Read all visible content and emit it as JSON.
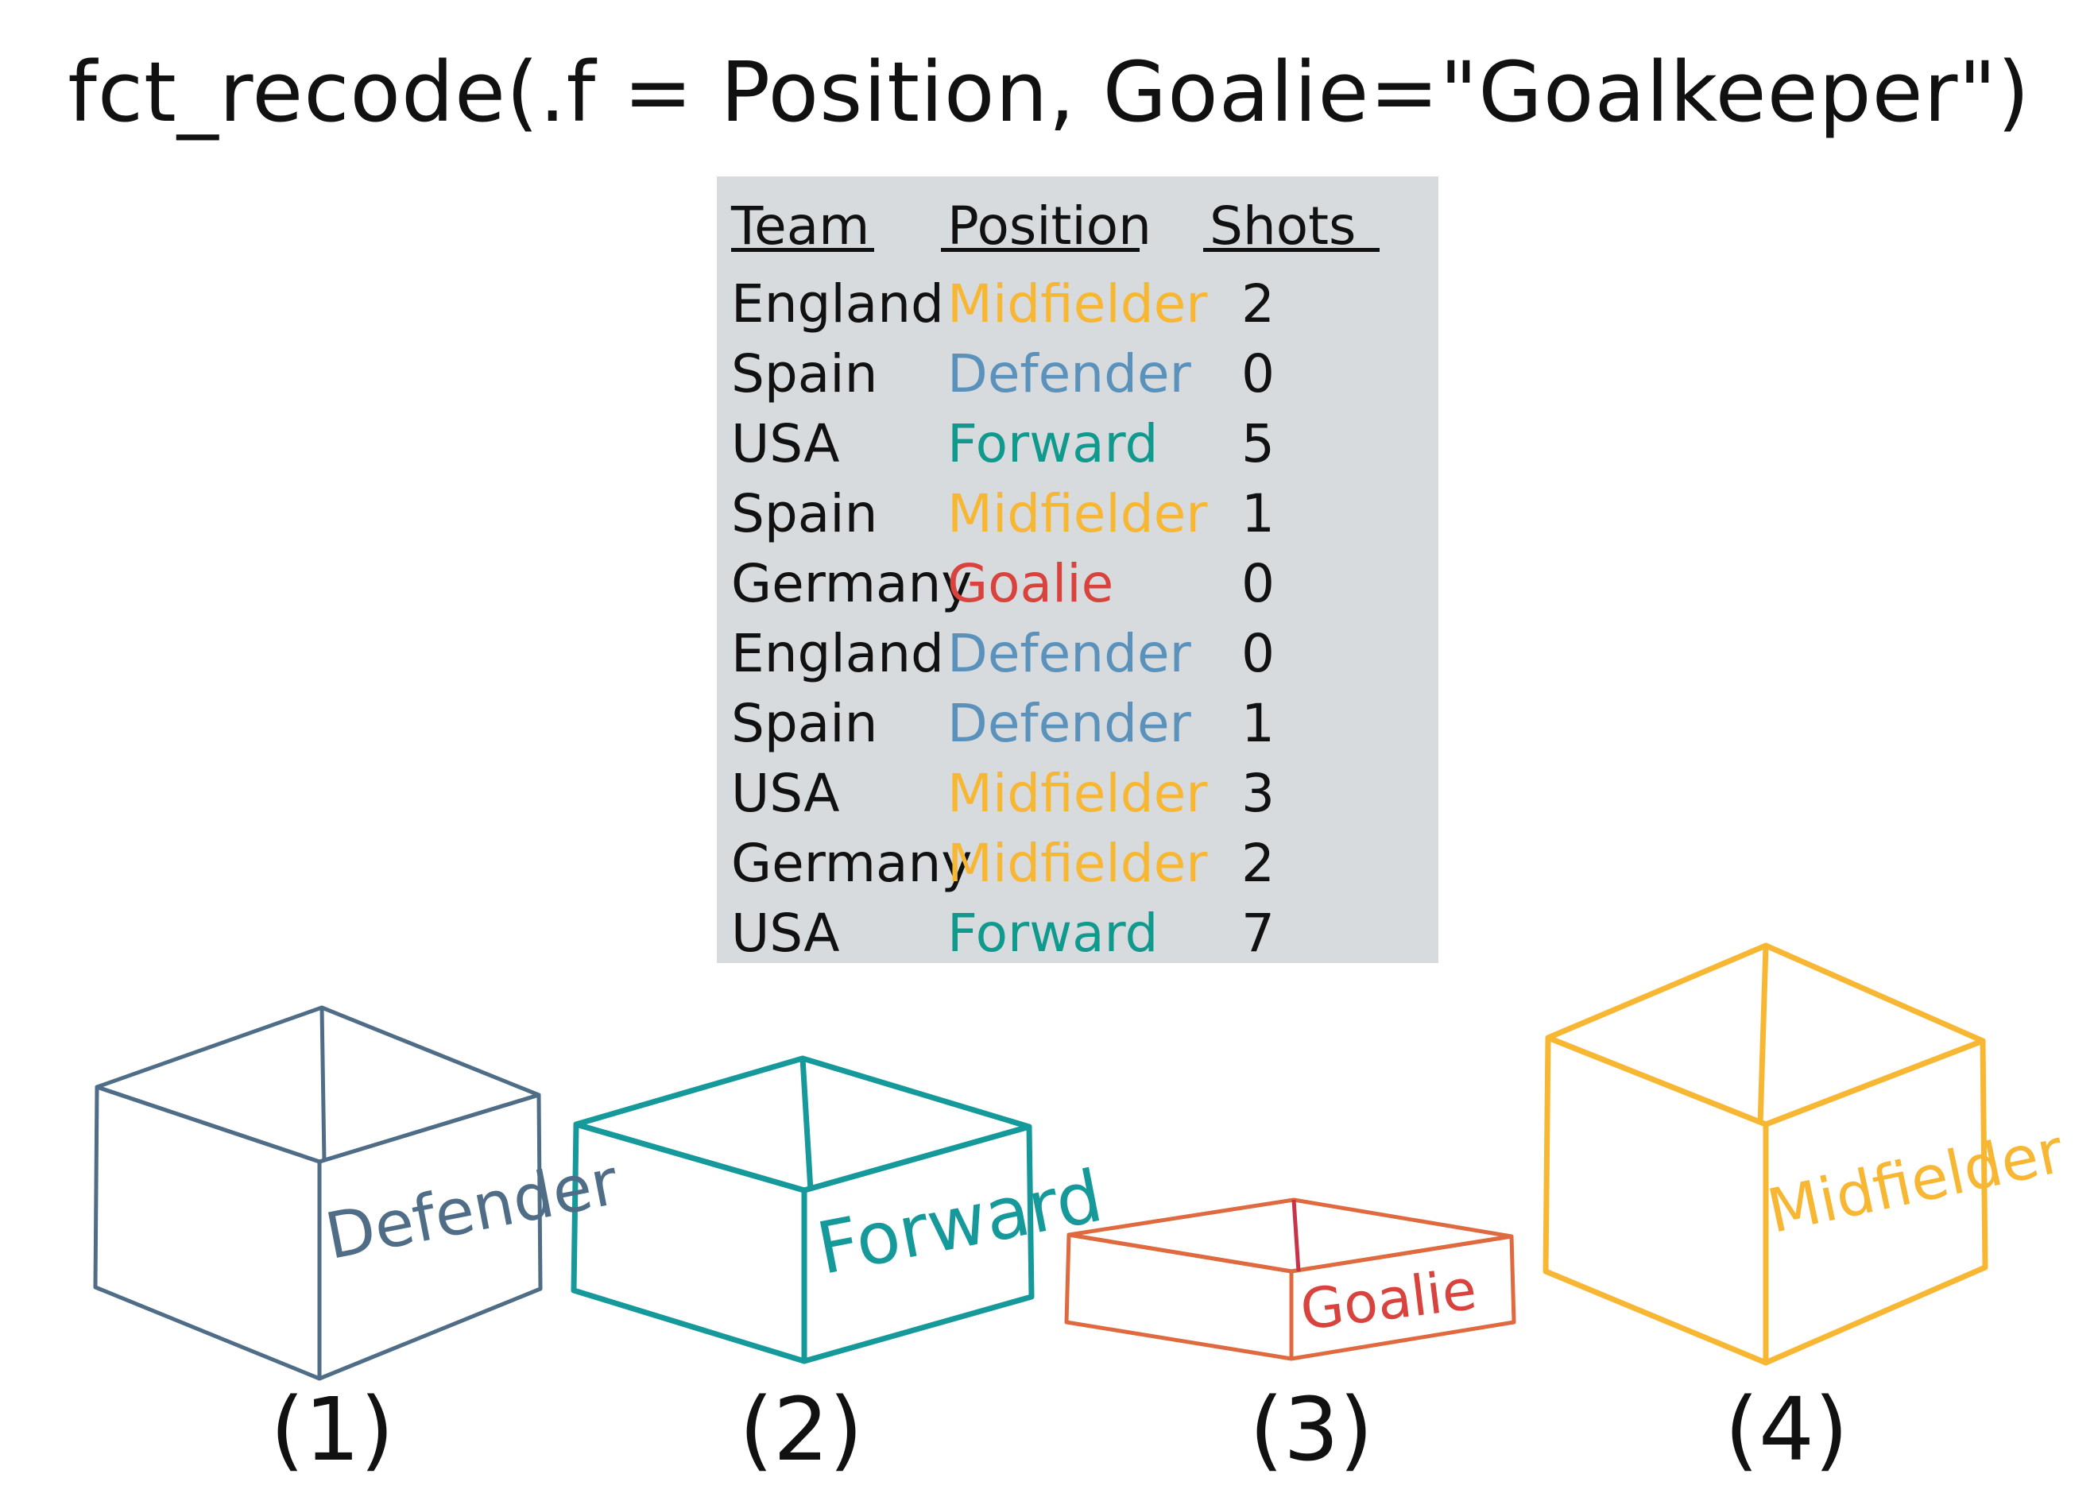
{
  "title": "fct_recode(.f = Position, Goalie=\"Goalkeeper\")",
  "colors": {
    "Midfielder": "#f7b733",
    "Defender": "#5b92bb",
    "Forward": "#109a8e",
    "Goalie": "#d9433e",
    "box_defender": "#4f6d87",
    "box_forward": "#16999a",
    "box_goalie": "#df6a3f",
    "box_midfielder": "#f7b733",
    "table_bg": "#d7dbde"
  },
  "table": {
    "headers": [
      "Team",
      "Position",
      "Shots"
    ],
    "rows": [
      {
        "team": "England",
        "position": "Midfielder",
        "shots": "2"
      },
      {
        "team": "Spain",
        "position": "Defender",
        "shots": "0"
      },
      {
        "team": "USA",
        "position": "Forward",
        "shots": "5"
      },
      {
        "team": "Spain",
        "position": "Midfielder",
        "shots": "1"
      },
      {
        "team": "Germany",
        "position": "Goalie",
        "shots": "0"
      },
      {
        "team": "England",
        "position": "Defender",
        "shots": "0"
      },
      {
        "team": "Spain",
        "position": "Defender",
        "shots": "1"
      },
      {
        "team": "USA",
        "position": "Midfielder",
        "shots": "3"
      },
      {
        "team": "Germany",
        "position": "Midfielder",
        "shots": "2"
      },
      {
        "team": "USA",
        "position": "Forward",
        "shots": "7"
      }
    ]
  },
  "boxes": [
    {
      "label": "Defender",
      "number": "(1)"
    },
    {
      "label": "Forward",
      "number": "(2)"
    },
    {
      "label": "Goalie",
      "number": "(3)"
    },
    {
      "label": "Midfielder",
      "number": "(4)"
    }
  ]
}
